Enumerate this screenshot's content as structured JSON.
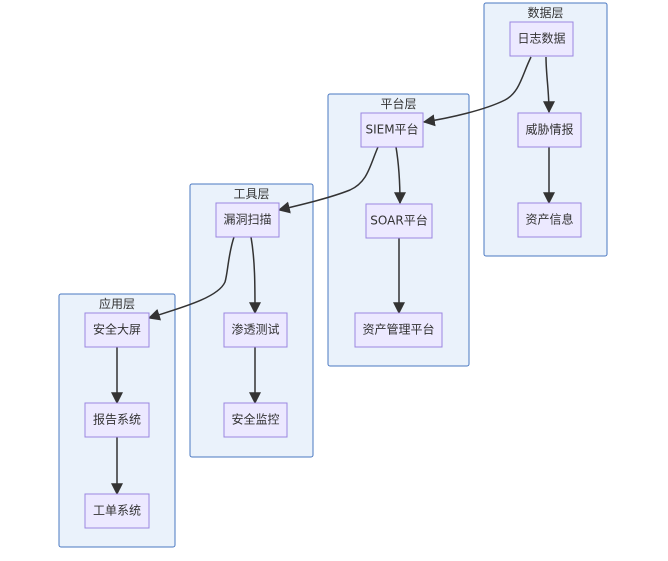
{
  "clusters": {
    "data_layer": {
      "label": "数据层"
    },
    "platform_layer": {
      "label": "平台层"
    },
    "tools_layer": {
      "label": "工具层"
    },
    "app_layer": {
      "label": "应用层"
    }
  },
  "nodes": {
    "log_data": "日志数据",
    "threat_intel": "威胁情报",
    "asset_info": "资产信息",
    "siem": "SIEM平台",
    "soar": "SOAR平台",
    "asset_mgmt": "资产管理平台",
    "vuln_scan": "漏洞扫描",
    "pentest": "渗透测试",
    "sec_monitor": "安全监控",
    "sec_screen": "安全大屏",
    "report_sys": "报告系统",
    "ticket_sys": "工单系统"
  },
  "edges": [
    {
      "from": "日志数据",
      "to": "威胁情报"
    },
    {
      "from": "威胁情报",
      "to": "资产信息"
    },
    {
      "from": "日志数据",
      "to": "SIEM平台"
    },
    {
      "from": "SIEM平台",
      "to": "SOAR平台"
    },
    {
      "from": "SOAR平台",
      "to": "资产管理平台"
    },
    {
      "from": "SIEM平台",
      "to": "漏洞扫描"
    },
    {
      "from": "漏洞扫描",
      "to": "渗透测试"
    },
    {
      "from": "渗透测试",
      "to": "安全监控"
    },
    {
      "from": "漏洞扫描",
      "to": "安全大屏"
    },
    {
      "from": "安全大屏",
      "to": "报告系统"
    },
    {
      "from": "报告系统",
      "to": "工单系统"
    }
  ]
}
